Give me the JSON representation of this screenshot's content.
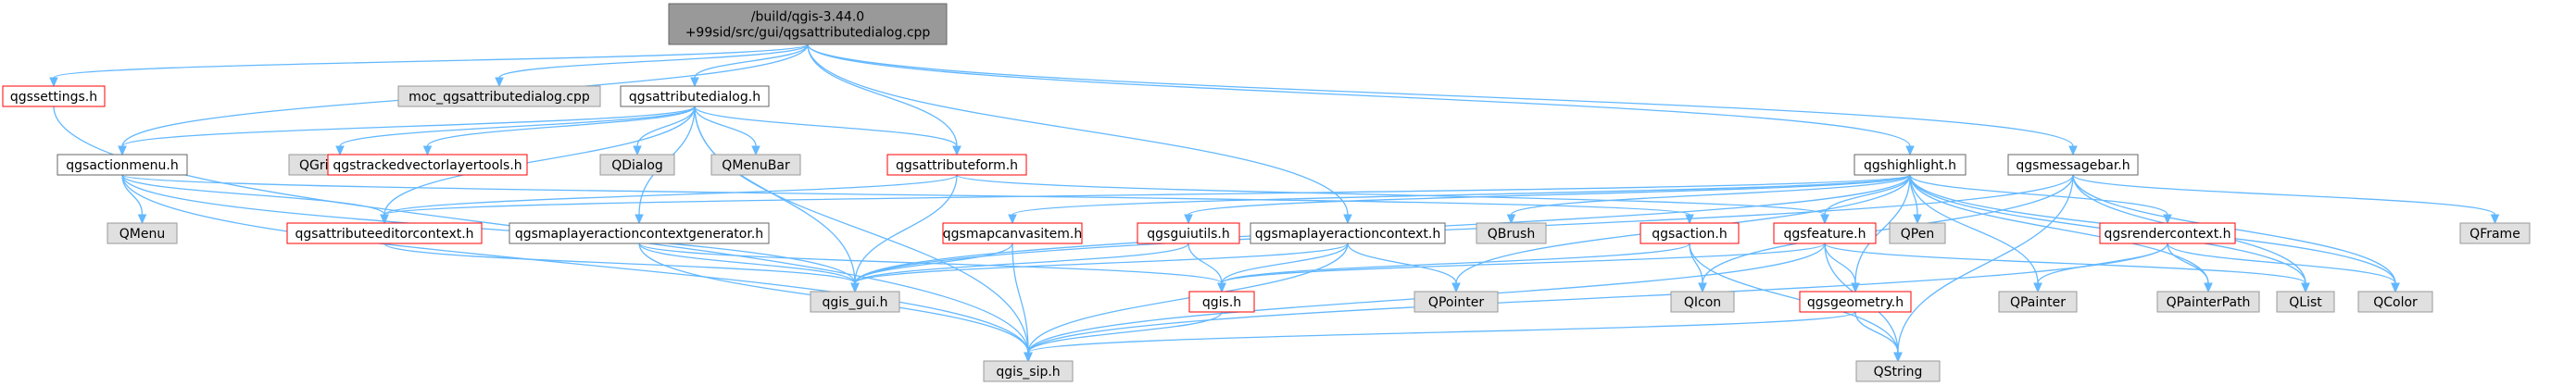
{
  "nodes": [
    {
      "id": "root",
      "lines": [
        "/build/qgis-3.44.0",
        "+99sid/src/gui/qgsattributedialog.cpp"
      ],
      "kind": "root"
    },
    {
      "id": "qgssettings",
      "lines": [
        "qgssettings.h"
      ],
      "kind": "red"
    },
    {
      "id": "moc",
      "lines": [
        "moc_qgsattributedialog.cpp"
      ],
      "kind": "gray"
    },
    {
      "id": "qgsattributedialog",
      "lines": [
        "qgsattributedialog.h"
      ],
      "kind": "black"
    },
    {
      "id": "qgsactionmenu",
      "lines": [
        "qgsactionmenu.h"
      ],
      "kind": "black"
    },
    {
      "id": "QGridLayout",
      "lines": [
        "QGridLayout"
      ],
      "kind": "gray"
    },
    {
      "id": "qgstrackedvectorlayertools",
      "lines": [
        "qgstrackedvectorlayertools.h"
      ],
      "kind": "red"
    },
    {
      "id": "QDialog",
      "lines": [
        "QDialog"
      ],
      "kind": "gray"
    },
    {
      "id": "QMenuBar",
      "lines": [
        "QMenuBar"
      ],
      "kind": "gray"
    },
    {
      "id": "qgsattributeform",
      "lines": [
        "qgsattributeform.h"
      ],
      "kind": "red"
    },
    {
      "id": "qgshighlight",
      "lines": [
        "qgshighlight.h"
      ],
      "kind": "black"
    },
    {
      "id": "qgsmessagebar",
      "lines": [
        "qgsmessagebar.h"
      ],
      "kind": "black"
    },
    {
      "id": "QMenu",
      "lines": [
        "QMenu"
      ],
      "kind": "gray"
    },
    {
      "id": "qgsattributeeditorcontext",
      "lines": [
        "qgsattributeeditorcontext.h"
      ],
      "kind": "red"
    },
    {
      "id": "qgsmaplayeractioncontextgenerator",
      "lines": [
        "qgsmaplayeractioncontextgenerator.h"
      ],
      "kind": "black"
    },
    {
      "id": "qgsmapcanvasitem",
      "lines": [
        "qgsmapcanvasitem.h"
      ],
      "kind": "red"
    },
    {
      "id": "qgsguiutils",
      "lines": [
        "qgsguiutils.h"
      ],
      "kind": "red"
    },
    {
      "id": "qgsmaplayeractioncontext",
      "lines": [
        "qgsmaplayeractioncontext.h"
      ],
      "kind": "black"
    },
    {
      "id": "QBrush",
      "lines": [
        "QBrush"
      ],
      "kind": "gray"
    },
    {
      "id": "qgsaction",
      "lines": [
        "qgsaction.h"
      ],
      "kind": "red"
    },
    {
      "id": "qgsfeature",
      "lines": [
        "qgsfeature.h"
      ],
      "kind": "red"
    },
    {
      "id": "QPen",
      "lines": [
        "QPen"
      ],
      "kind": "gray"
    },
    {
      "id": "qgsrendercontext",
      "lines": [
        "qgsrendercontext.h"
      ],
      "kind": "red"
    },
    {
      "id": "QFrame",
      "lines": [
        "QFrame"
      ],
      "kind": "gray"
    },
    {
      "id": "qgis_gui",
      "lines": [
        "qgis_gui.h"
      ],
      "kind": "gray"
    },
    {
      "id": "qgis",
      "lines": [
        "qgis.h"
      ],
      "kind": "red"
    },
    {
      "id": "QPointer",
      "lines": [
        "QPointer"
      ],
      "kind": "gray"
    },
    {
      "id": "QIcon",
      "lines": [
        "QIcon"
      ],
      "kind": "gray"
    },
    {
      "id": "qgsgeometry",
      "lines": [
        "qgsgeometry.h"
      ],
      "kind": "red"
    },
    {
      "id": "QPainter",
      "lines": [
        "QPainter"
      ],
      "kind": "gray"
    },
    {
      "id": "QPainterPath",
      "lines": [
        "QPainterPath"
      ],
      "kind": "gray"
    },
    {
      "id": "QList",
      "lines": [
        "QList"
      ],
      "kind": "gray"
    },
    {
      "id": "QColor",
      "lines": [
        "QColor"
      ],
      "kind": "gray"
    },
    {
      "id": "qgis_sip",
      "lines": [
        "qgis_sip.h"
      ],
      "kind": "gray"
    },
    {
      "id": "QString",
      "lines": [
        "QString"
      ],
      "kind": "gray"
    }
  ],
  "edges": [
    [
      "root",
      "qgssettings"
    ],
    [
      "root",
      "moc"
    ],
    [
      "root",
      "qgsattributedialog"
    ],
    [
      "root",
      "qgsactionmenu"
    ],
    [
      "root",
      "qgsattributeform"
    ],
    [
      "root",
      "qgshighlight"
    ],
    [
      "root",
      "qgsmessagebar"
    ],
    [
      "root",
      "qgsmaplayeractioncontext"
    ],
    [
      "qgssettings",
      "qgis_sip"
    ],
    [
      "qgsattributedialog",
      "QGridLayout"
    ],
    [
      "qgsattributedialog",
      "qgstrackedvectorlayertools"
    ],
    [
      "qgsattributedialog",
      "QDialog"
    ],
    [
      "qgsattributedialog",
      "QMenuBar"
    ],
    [
      "qgsattributedialog",
      "qgsattributeform"
    ],
    [
      "qgsattributedialog",
      "qgsattributeeditorcontext"
    ],
    [
      "qgsattributedialog",
      "qgsactionmenu"
    ],
    [
      "qgsattributedialog",
      "qgis_gui"
    ],
    [
      "qgsattributedialog",
      "qgis_sip"
    ],
    [
      "qgsattributedialog",
      "qgsmaplayeractioncontextgenerator"
    ],
    [
      "qgsactionmenu",
      "QMenu"
    ],
    [
      "qgsactionmenu",
      "qgsattributeeditorcontext"
    ],
    [
      "qgsactionmenu",
      "qgis_gui"
    ],
    [
      "qgsactionmenu",
      "qgis_sip"
    ],
    [
      "qgsactionmenu",
      "qgsaction"
    ],
    [
      "qgsattributeform",
      "qgsattributeeditorcontext"
    ],
    [
      "qgsattributeform",
      "qgis_gui"
    ],
    [
      "qgsattributeform",
      "qgsfeature"
    ],
    [
      "qgsattributeeditorcontext",
      "qgis_gui"
    ],
    [
      "qgsmaplayeractioncontextgenerator",
      "qgis_gui"
    ],
    [
      "qgsmaplayeractioncontextgenerator",
      "qgis_sip"
    ],
    [
      "qgsmaplayeractioncontextgenerator",
      "qgis"
    ],
    [
      "qgsmaplayeractioncontext",
      "qgis_gui"
    ],
    [
      "qgsmaplayeractioncontext",
      "qgis_sip"
    ],
    [
      "qgsmaplayeractioncontext",
      "qgis"
    ],
    [
      "qgsmaplayeractioncontext",
      "QPointer"
    ],
    [
      "qgshighlight",
      "qgsmapcanvasitem"
    ],
    [
      "qgshighlight",
      "qgsguiutils"
    ],
    [
      "qgshighlight",
      "QBrush"
    ],
    [
      "qgshighlight",
      "qgsfeature"
    ],
    [
      "qgshighlight",
      "QPen"
    ],
    [
      "qgshighlight",
      "qgsrendercontext"
    ],
    [
      "qgshighlight",
      "qgis_gui"
    ],
    [
      "qgshighlight",
      "QPointer"
    ],
    [
      "qgshighlight",
      "qgsgeometry"
    ],
    [
      "qgshighlight",
      "QPainter"
    ],
    [
      "qgshighlight",
      "QPainterPath"
    ],
    [
      "qgshighlight",
      "QList"
    ],
    [
      "qgshighlight",
      "QColor"
    ],
    [
      "qgshighlight",
      "qgsattributeeditorcontext"
    ],
    [
      "qgsmessagebar",
      "QFrame"
    ],
    [
      "qgsmessagebar",
      "QList"
    ],
    [
      "qgsmessagebar",
      "QColor"
    ],
    [
      "qgsmessagebar",
      "QString"
    ],
    [
      "qgsmessagebar",
      "QIcon"
    ],
    [
      "qgsmessagebar",
      "qgis_gui"
    ],
    [
      "qgsmapcanvasitem",
      "qgis_gui"
    ],
    [
      "qgsmapcanvasitem",
      "qgis_sip"
    ],
    [
      "qgsguiutils",
      "qgis_gui"
    ],
    [
      "qgsguiutils",
      "qgis"
    ],
    [
      "qgsaction",
      "QIcon"
    ],
    [
      "qgsaction",
      "qgis"
    ],
    [
      "qgsaction",
      "QString"
    ],
    [
      "qgsfeature",
      "qgis"
    ],
    [
      "qgsfeature",
      "qgsgeometry"
    ],
    [
      "qgsfeature",
      "QList"
    ],
    [
      "qgsfeature",
      "QString"
    ],
    [
      "qgsfeature",
      "qgis_sip"
    ],
    [
      "qgsrendercontext",
      "QColor"
    ],
    [
      "qgsrendercontext",
      "QPainter"
    ],
    [
      "qgsrendercontext",
      "QPainterPath"
    ],
    [
      "qgsrendercontext",
      "qgis_sip"
    ],
    [
      "qgis",
      "qgis_sip"
    ],
    [
      "qgsgeometry",
      "qgis_sip"
    ],
    [
      "qgsgeometry",
      "QString"
    ]
  ],
  "colors": {
    "edge": "#63b8ff",
    "root_fill": "#999999",
    "root_border": "#666666",
    "gray_fill": "#e0e0e0",
    "gray_border": "#999999",
    "red_border": "#ff0000",
    "black_border": "#666666",
    "box_fill": "#ffffff"
  }
}
